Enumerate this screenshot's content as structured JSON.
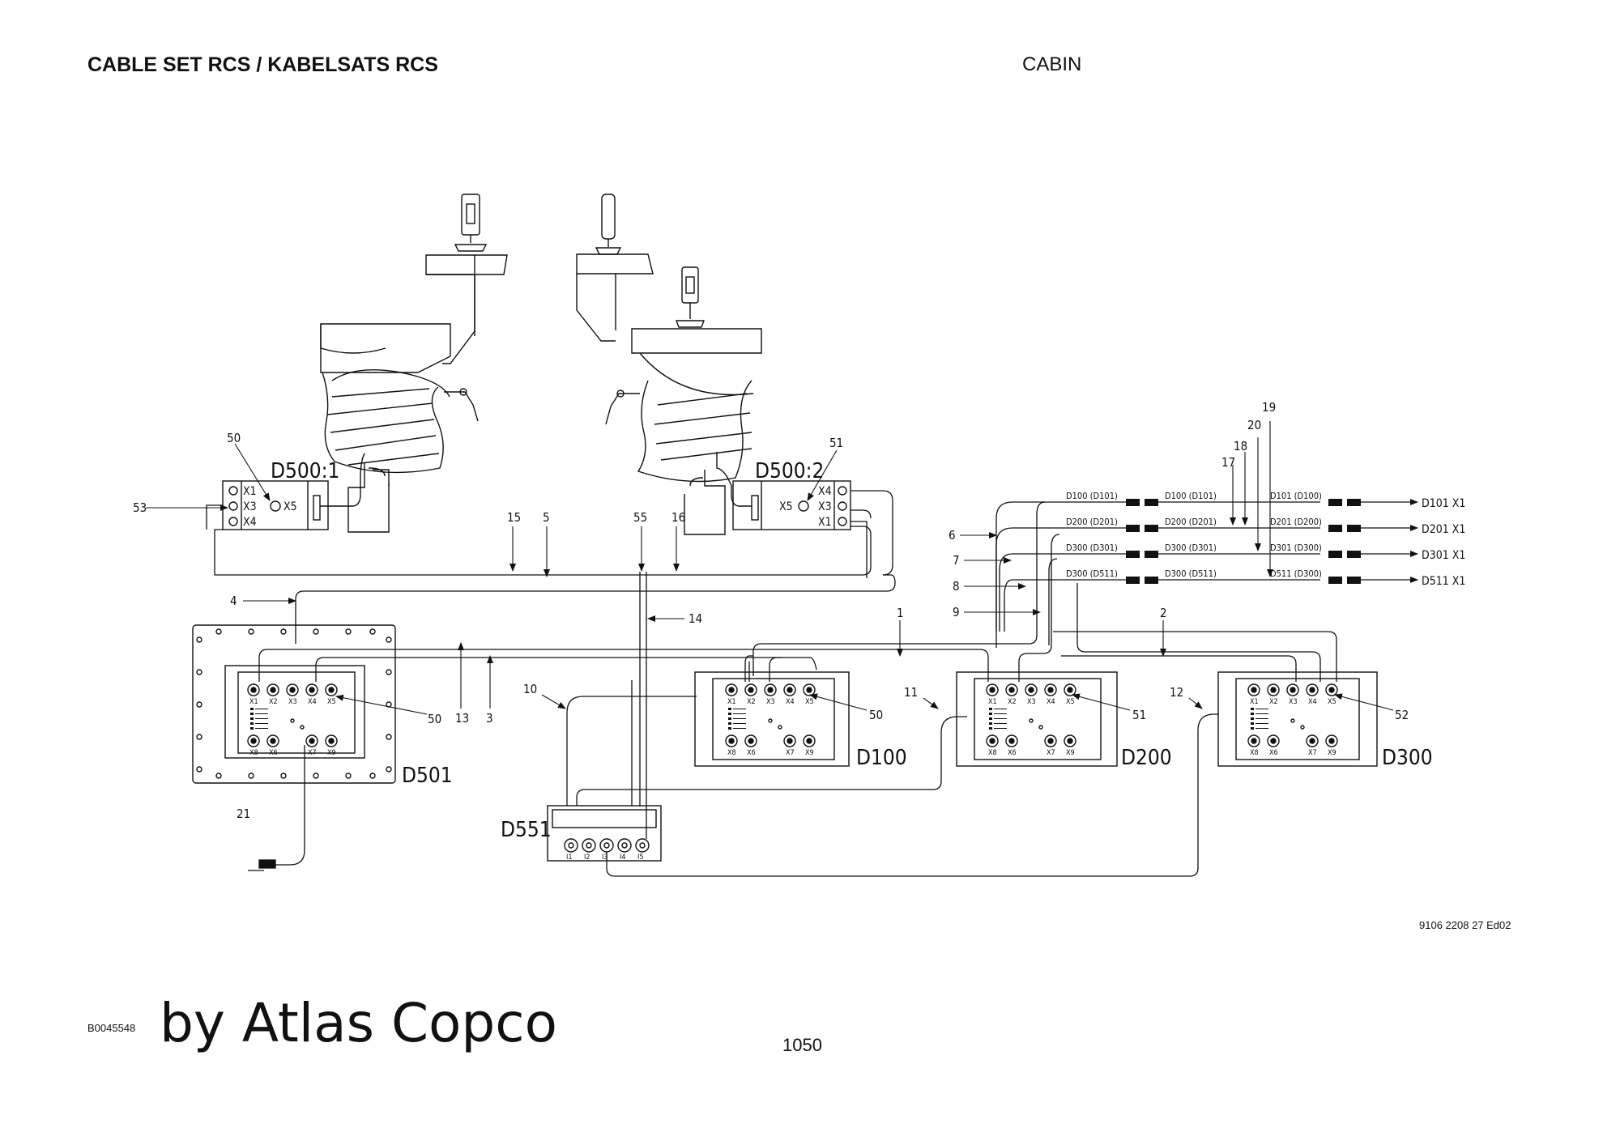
{
  "header": {
    "title": "CABLE SET RCS / KABELSATS RCS",
    "location": "CABIN"
  },
  "footer": {
    "doc_number": "9106 2208 27 Ed02",
    "image_id": "B0045548",
    "brand": "by Atlas Copco",
    "page": "1050"
  },
  "devices": {
    "d500_1": "D500:1",
    "d500_2": "D500:2",
    "d501": "D501",
    "d551": "D551",
    "d100": "D100",
    "d200": "D200",
    "d300": "D300"
  },
  "d500_ports": [
    "X1",
    "X3",
    "X4",
    "X5"
  ],
  "module_ports_top": [
    "X1",
    "X2",
    "X3",
    "X4",
    "X5"
  ],
  "module_ports_bottom": [
    "X8",
    "X6",
    "X7",
    "X9"
  ],
  "d551_ports": [
    "I1",
    "I2",
    "I3",
    "I4",
    "I5"
  ],
  "callouts": {
    "c1": "1",
    "c2": "2",
    "c3": "3",
    "c4": "4",
    "c5": "5",
    "c6": "6",
    "c7": "7",
    "c8": "8",
    "c9": "9",
    "c10": "10",
    "c11": "11",
    "c12": "12",
    "c13": "13",
    "c14": "14",
    "c15": "15",
    "c16": "16",
    "c17": "17",
    "c18": "18",
    "c19": "19",
    "c20": "20",
    "c21": "21",
    "c50a": "50",
    "c50b": "50",
    "c50c": "50",
    "c51a": "51",
    "c51b": "51",
    "c52": "52",
    "c53": "53",
    "c55": "55"
  },
  "signals": [
    {
      "left": "D100 (D101)",
      "mid": "D100 (D101)",
      "right": "D101 (D100)",
      "dest": "D101  X1"
    },
    {
      "left": "D200 (D201)",
      "mid": "D200 (D201)",
      "right": "D201 (D200)",
      "dest": "D201  X1"
    },
    {
      "left": "D300 (D301)",
      "mid": "D300 (D301)",
      "right": "D301 (D300)",
      "dest": "D301  X1"
    },
    {
      "left": "D300 (D511)",
      "mid": "D300 (D511)",
      "right": "D511 (D300)",
      "dest": "D511  X1"
    }
  ]
}
